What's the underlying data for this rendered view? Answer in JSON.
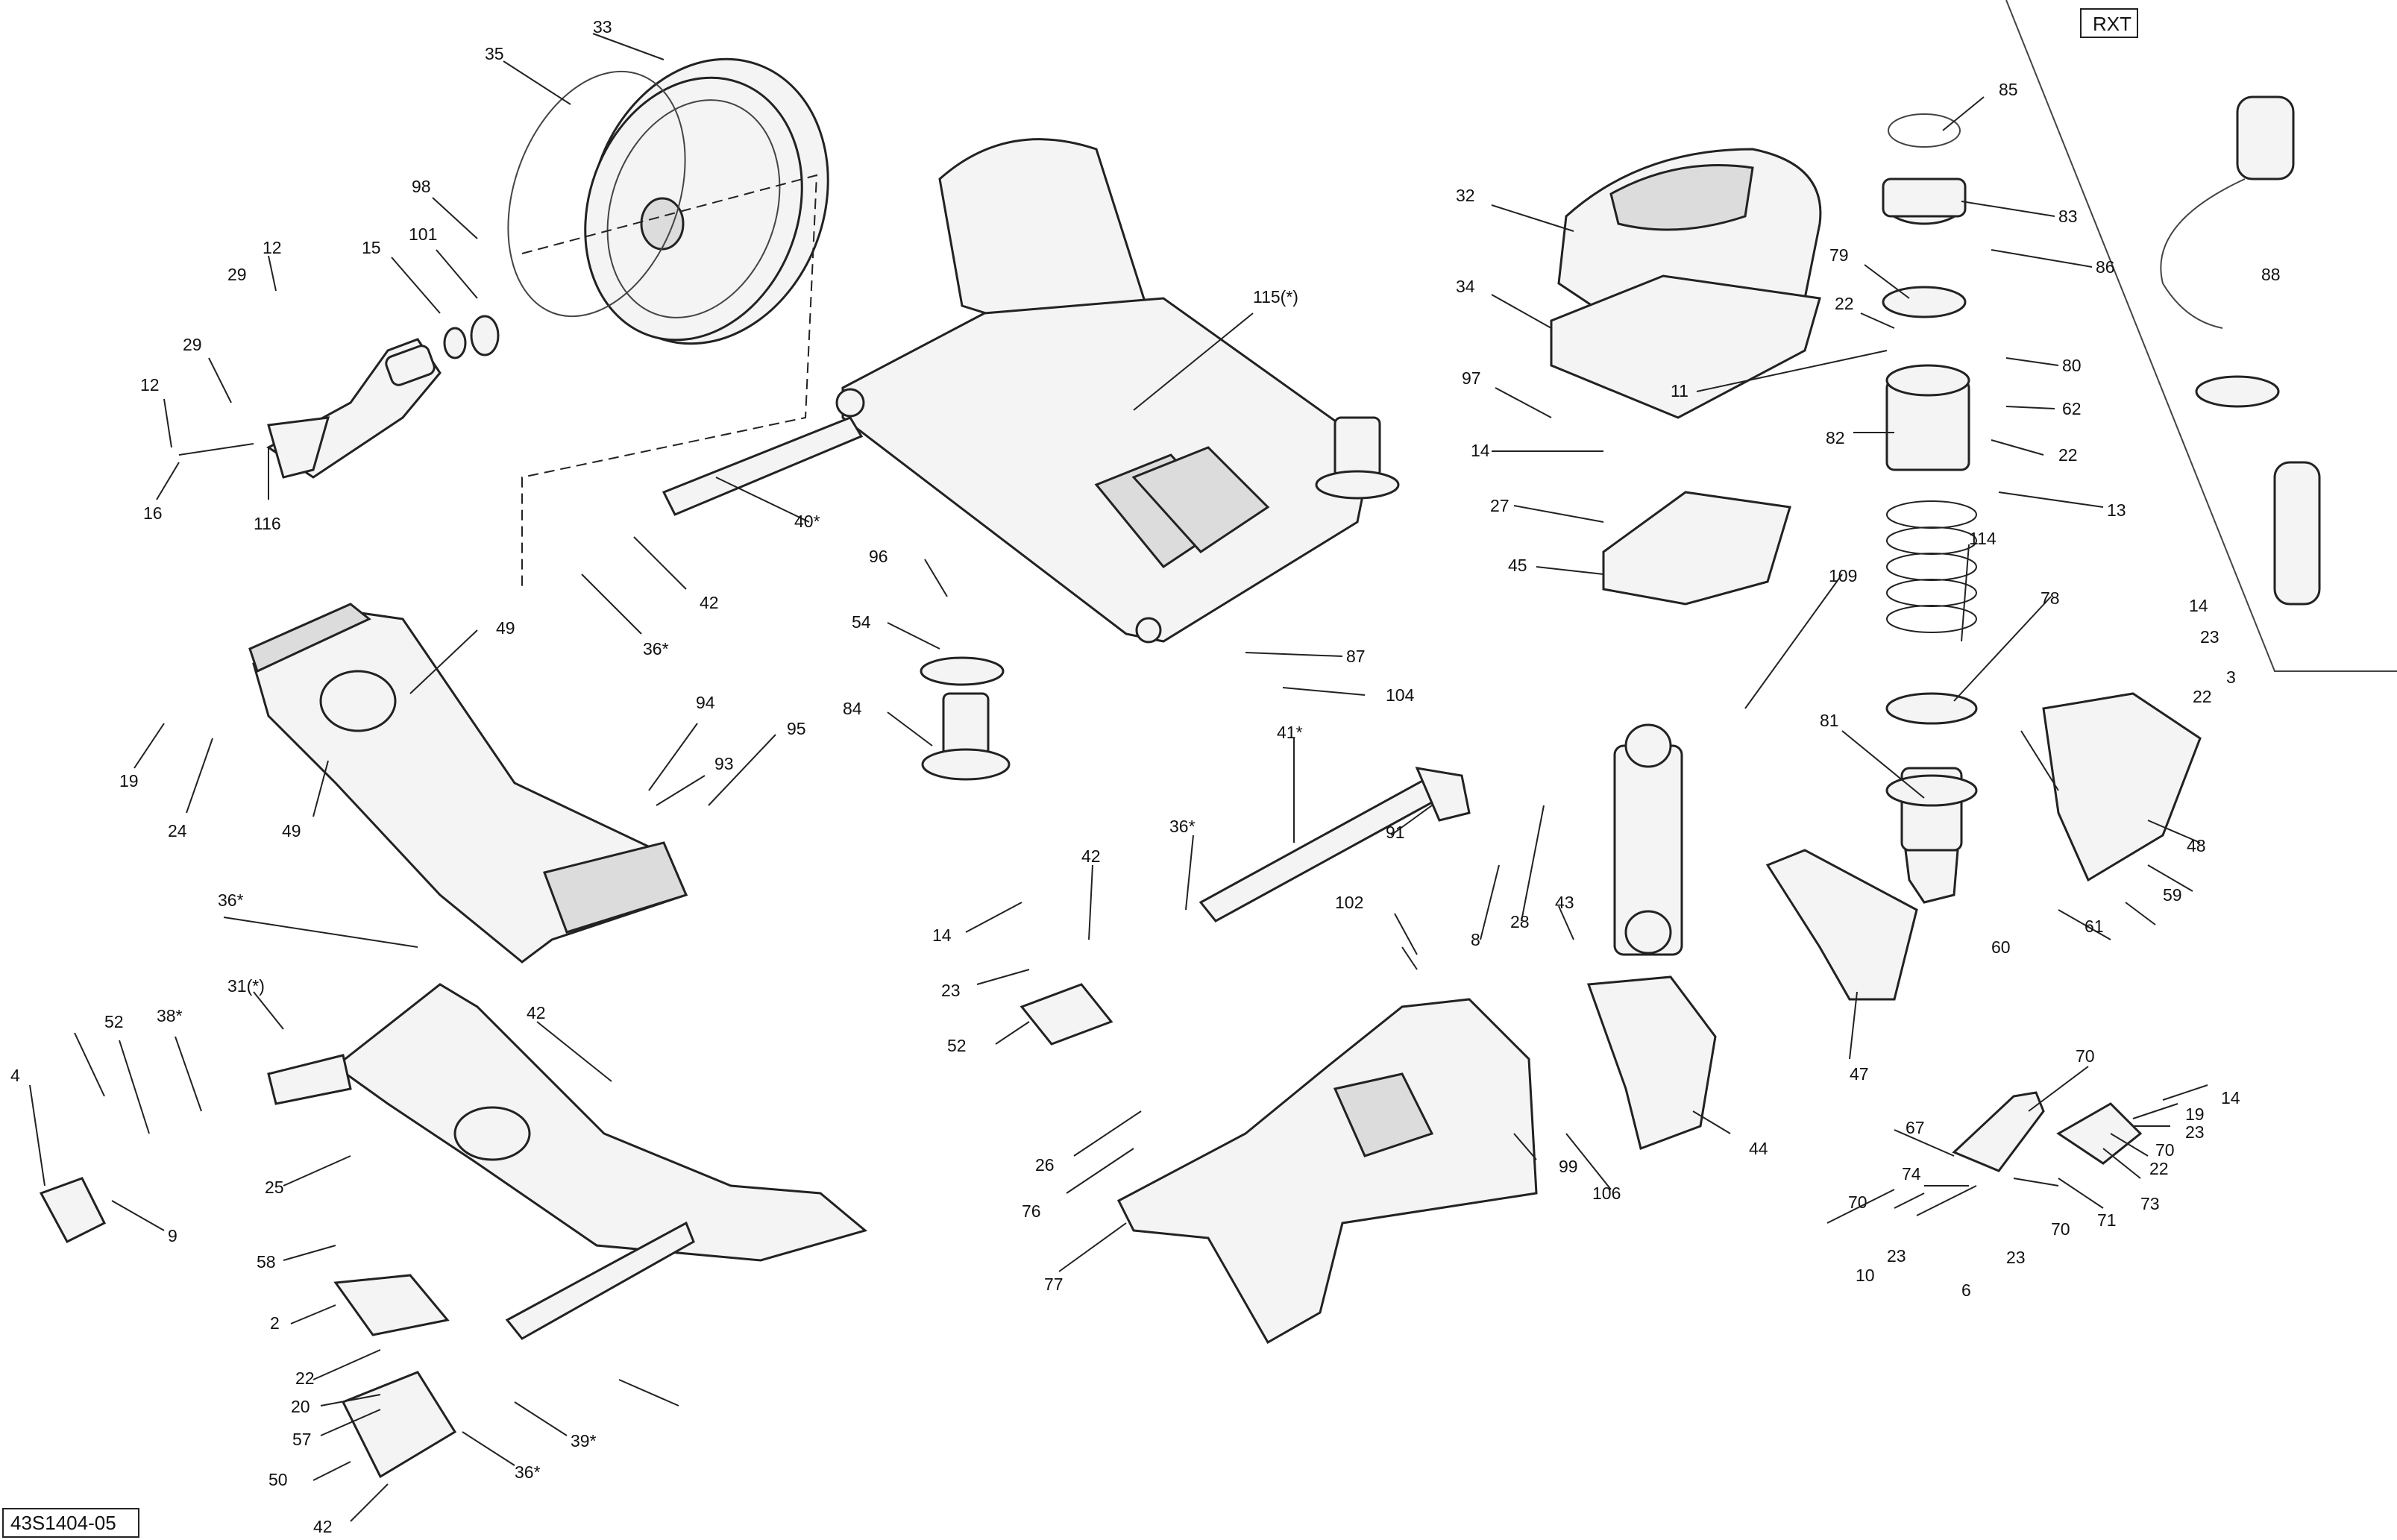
{
  "variant_tag": "RXT",
  "drawing_code": "43S1404-05",
  "callouts": [
    "85",
    "83",
    "86",
    "32",
    "79",
    "34",
    "22",
    "80",
    "97",
    "11",
    "62",
    "82",
    "14",
    "22",
    "27",
    "13",
    "45",
    "114",
    "109",
    "78",
    "14",
    "23",
    "3",
    "22",
    "81",
    "48",
    "59",
    "61",
    "60",
    "47",
    "33",
    "35",
    "98",
    "101",
    "29",
    "12",
    "15",
    "29",
    "12",
    "16",
    "116",
    "115(*)",
    "40*",
    "42",
    "36*",
    "96",
    "54",
    "87",
    "104",
    "84",
    "49",
    "94",
    "93",
    "95",
    "19",
    "24",
    "49",
    "41*",
    "36*",
    "91",
    "42",
    "14",
    "23",
    "52",
    "8",
    "28",
    "43",
    "102",
    "44",
    "106",
    "99",
    "26",
    "76",
    "77",
    "88",
    "70",
    "67",
    "74",
    "70",
    "10",
    "23",
    "6",
    "23",
    "70",
    "71",
    "73",
    "22",
    "70",
    "19",
    "23",
    "14",
    "36*",
    "38*",
    "31(*)",
    "42",
    "52",
    "4",
    "9",
    "25",
    "58",
    "2",
    "22",
    "20",
    "57",
    "50",
    "42",
    "36*",
    "39*"
  ]
}
